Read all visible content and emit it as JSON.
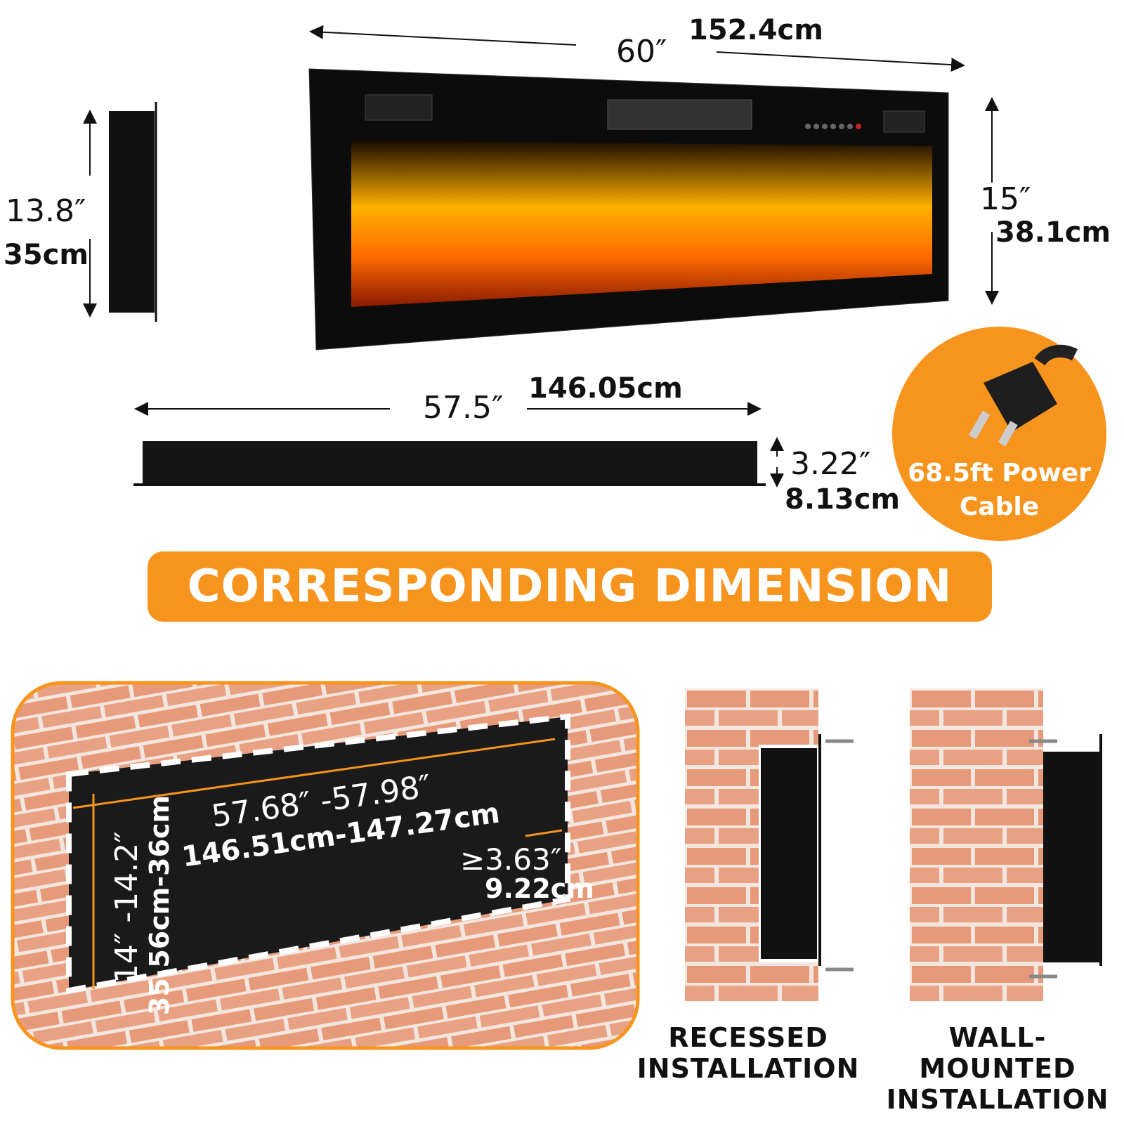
{
  "front": {
    "width_in": "60″",
    "width_cm": "152.4cm",
    "height_in": "15″",
    "height_cm": "38.1cm"
  },
  "side": {
    "height_in": "13.8″",
    "height_cm": "35cm"
  },
  "top": {
    "width_in": "57.5″",
    "width_cm": "146.05cm",
    "depth_in": "3.22″",
    "depth_cm": "8.13cm"
  },
  "cable": {
    "label": "68.5ft Power Cable",
    "icon": "power-plug-icon"
  },
  "banner": {
    "title": "CORRESPONDING DIMENSION"
  },
  "recess": {
    "width_in": "57.68″  -57.98″",
    "width_cm": "146.51cm-147.27cm",
    "height_in": "14″ -14.2″",
    "height_cm": "35.56cm-36cm",
    "depth_in": "≥3.63″",
    "depth_cm": "9.22cm"
  },
  "installations": [
    {
      "label": "RECESSED INSTALLATION"
    },
    {
      "label": "WALL-MOUNTED INSTALLATION"
    }
  ],
  "colors": {
    "accent": "#f7941d",
    "brick": "#e79a7a",
    "mortar": "#f3e6df",
    "product": "#111111"
  }
}
